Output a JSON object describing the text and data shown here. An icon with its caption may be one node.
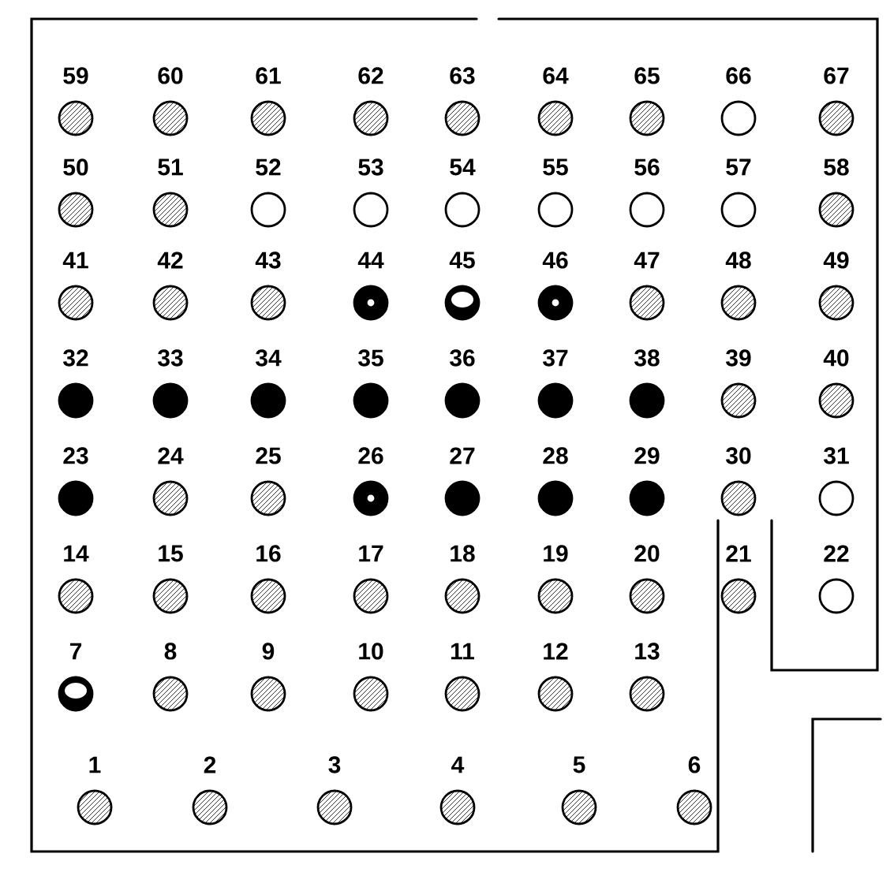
{
  "diagram": {
    "nodes": [
      {
        "text": [],
        "shape": "circle",
        "beside": [
          "59"
        ]
      },
      {
        "text": [],
        "shape": "circle",
        "beside": [
          "60"
        ]
      },
      {
        "text": [],
        "shape": "circle",
        "beside": [
          "61"
        ]
      },
      {
        "text": [],
        "shape": "circle",
        "beside": [
          "62"
        ]
      },
      {
        "text": [],
        "shape": "circle",
        "beside": [
          "63"
        ]
      },
      {
        "text": [],
        "shape": "circle",
        "beside": [
          "64"
        ]
      },
      {
        "text": [],
        "shape": "circle",
        "beside": [
          "65"
        ]
      },
      {
        "text": [],
        "shape": "circle",
        "beside": [
          "66"
        ]
      },
      {
        "text": [],
        "shape": "circle",
        "beside": [
          "67"
        ]
      },
      {
        "text": [],
        "shape": "circle",
        "beside": [
          "50"
        ]
      },
      {
        "text": [],
        "shape": "circle",
        "beside": [
          "51"
        ]
      },
      {
        "text": [],
        "shape": "circle",
        "beside": [
          "52"
        ]
      },
      {
        "text": [],
        "shape": "circle",
        "beside": [
          "53"
        ]
      },
      {
        "text": [],
        "shape": "circle",
        "beside": [
          "54"
        ]
      },
      {
        "text": [],
        "shape": "circle",
        "beside": [
          "55"
        ]
      },
      {
        "text": [],
        "shape": "circle",
        "beside": [
          "56"
        ]
      },
      {
        "text": [],
        "shape": "circle",
        "beside": [
          "57"
        ]
      },
      {
        "text": [],
        "shape": "circle",
        "beside": [
          "58"
        ]
      },
      {
        "text": [],
        "shape": "circle",
        "beside": [
          "41"
        ]
      },
      {
        "text": [],
        "shape": "circle",
        "beside": [
          "42"
        ]
      },
      {
        "text": [],
        "shape": "circle",
        "beside": [
          "43"
        ]
      },
      {
        "text": [],
        "shape": "circle",
        "beside": [
          "44"
        ]
      },
      {
        "text": [],
        "shape": "circle",
        "beside": [
          "45"
        ]
      },
      {
        "text": [],
        "shape": "circle",
        "beside": [
          "46"
        ]
      },
      {
        "text": [],
        "shape": "circle",
        "beside": [
          "47"
        ]
      },
      {
        "text": [],
        "shape": "circle",
        "beside": [
          "48"
        ]
      },
      {
        "text": [],
        "shape": "circle",
        "beside": [
          "49"
        ]
      },
      {
        "text": [],
        "shape": "circle",
        "beside": [
          "32"
        ]
      },
      {
        "text": [],
        "shape": "circle",
        "beside": [
          "33"
        ]
      },
      {
        "text": [],
        "shape": "circle",
        "beside": [
          "34"
        ]
      },
      {
        "text": [],
        "shape": "circle",
        "beside": [
          "35"
        ]
      },
      {
        "text": [],
        "shape": "circle",
        "beside": [
          "36"
        ]
      },
      {
        "text": [],
        "shape": "circle",
        "beside": [
          "37"
        ]
      },
      {
        "text": [],
        "shape": "circle",
        "beside": [
          "38"
        ]
      },
      {
        "text": [],
        "shape": "circle",
        "beside": [
          "39"
        ]
      },
      {
        "text": [],
        "shape": "circle",
        "beside": [
          "40"
        ]
      },
      {
        "text": [],
        "shape": "circle",
        "beside": [
          "23"
        ]
      },
      {
        "text": [],
        "shape": "circle",
        "beside": [
          "24"
        ]
      },
      {
        "text": [],
        "shape": "circle",
        "beside": [
          "25"
        ]
      },
      {
        "text": [],
        "shape": "circle",
        "beside": [
          "26"
        ]
      },
      {
        "text": [],
        "shape": "circle",
        "beside": [
          "27"
        ]
      },
      {
        "text": [],
        "shape": "circle",
        "beside": [
          "28"
        ]
      },
      {
        "text": [],
        "shape": "circle",
        "beside": [
          "29"
        ]
      },
      {
        "text": [],
        "shape": "circle",
        "beside": [
          "30"
        ]
      },
      {
        "text": [],
        "shape": "circle",
        "beside": [
          "31"
        ]
      },
      {
        "text": [],
        "shape": "circle",
        "beside": [
          "14"
        ]
      },
      {
        "text": [],
        "shape": "circle",
        "beside": [
          "15"
        ]
      },
      {
        "text": [],
        "shape": "circle",
        "beside": [
          "16"
        ]
      },
      {
        "text": [],
        "shape": "circle",
        "beside": [
          "17"
        ]
      },
      {
        "text": [],
        "shape": "circle",
        "beside": [
          "18"
        ]
      },
      {
        "text": [],
        "shape": "circle",
        "beside": [
          "19"
        ]
      },
      {
        "text": [],
        "shape": "circle",
        "beside": [
          "20"
        ]
      },
      {
        "text": [],
        "shape": "circle",
        "beside": [
          "21"
        ]
      },
      {
        "text": [],
        "shape": "circle",
        "beside": [
          "22"
        ]
      },
      {
        "text": [],
        "shape": "circle",
        "beside": [
          "7"
        ]
      },
      {
        "text": [],
        "shape": "circle",
        "beside": [
          "8"
        ]
      },
      {
        "text": [],
        "shape": "circle",
        "beside": [
          "9"
        ]
      },
      {
        "text": [],
        "shape": "circle",
        "beside": [
          "10"
        ]
      },
      {
        "text": [],
        "shape": "circle",
        "beside": [
          "11"
        ]
      },
      {
        "text": [],
        "shape": "circle",
        "beside": [
          "12"
        ]
      },
      {
        "text": [],
        "shape": "circle",
        "beside": [
          "13"
        ]
      },
      {
        "text": [],
        "shape": "circle",
        "beside": [
          "1"
        ]
      },
      {
        "text": [],
        "shape": "circle",
        "beside": [
          "2"
        ]
      },
      {
        "text": [],
        "shape": "circle",
        "beside": [
          "3"
        ]
      },
      {
        "text": [],
        "shape": "circle",
        "beside": [
          "4"
        ]
      },
      {
        "text": [],
        "shape": "circle",
        "beside": [
          "5"
        ]
      },
      {
        "text": [],
        "shape": "circle",
        "beside": [
          "6"
        ]
      }
    ]
  }
}
